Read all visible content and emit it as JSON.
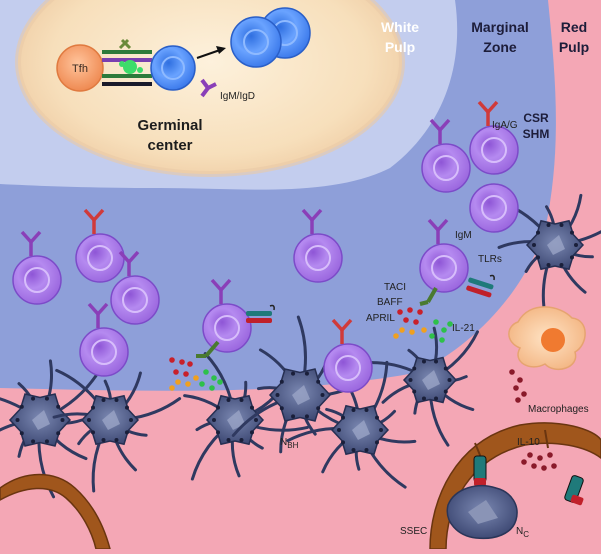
{
  "regions": {
    "white_pulp": [
      "White",
      "Pulp"
    ],
    "marginal_zone": [
      "Marginal",
      "Zone"
    ],
    "red_pulp": [
      "Red",
      "Pulp"
    ],
    "germinal_center": [
      "Germinal",
      "center"
    ]
  },
  "labels": {
    "tfh": "Tfh",
    "igm_igd": "IgM/IgD",
    "iga_g": "IgA/G",
    "csr": "CSR",
    "shm": "SHM",
    "igm": "IgM",
    "tlrs": "TLRs",
    "taci": "TACI",
    "baff": "BAFF",
    "april": "APRIL",
    "il21": "IL-21",
    "nbh_main": "N",
    "nbh_sub": "BH",
    "macrophages": "Macrophages",
    "il10": "IL-10",
    "ssec": "SSEC",
    "nc_main": "N",
    "nc_sub": "C"
  },
  "colors": {
    "red_pulp_bg": "#f4a7b5",
    "marginal_zone": "#8e9fd9",
    "white_pulp": "#c3cdee",
    "germinal_center": "#f7e1c0",
    "b_cell": "#a574e0",
    "memory_b_cell": "#4b86ee",
    "tfh": "#f59a68",
    "dendritic_cell": "#3d4870",
    "antibody_purple": "#8a3fb8",
    "antibody_red": "#d03a3a",
    "vessel": "#a0561c",
    "macrophage": "#f7c69a"
  }
}
